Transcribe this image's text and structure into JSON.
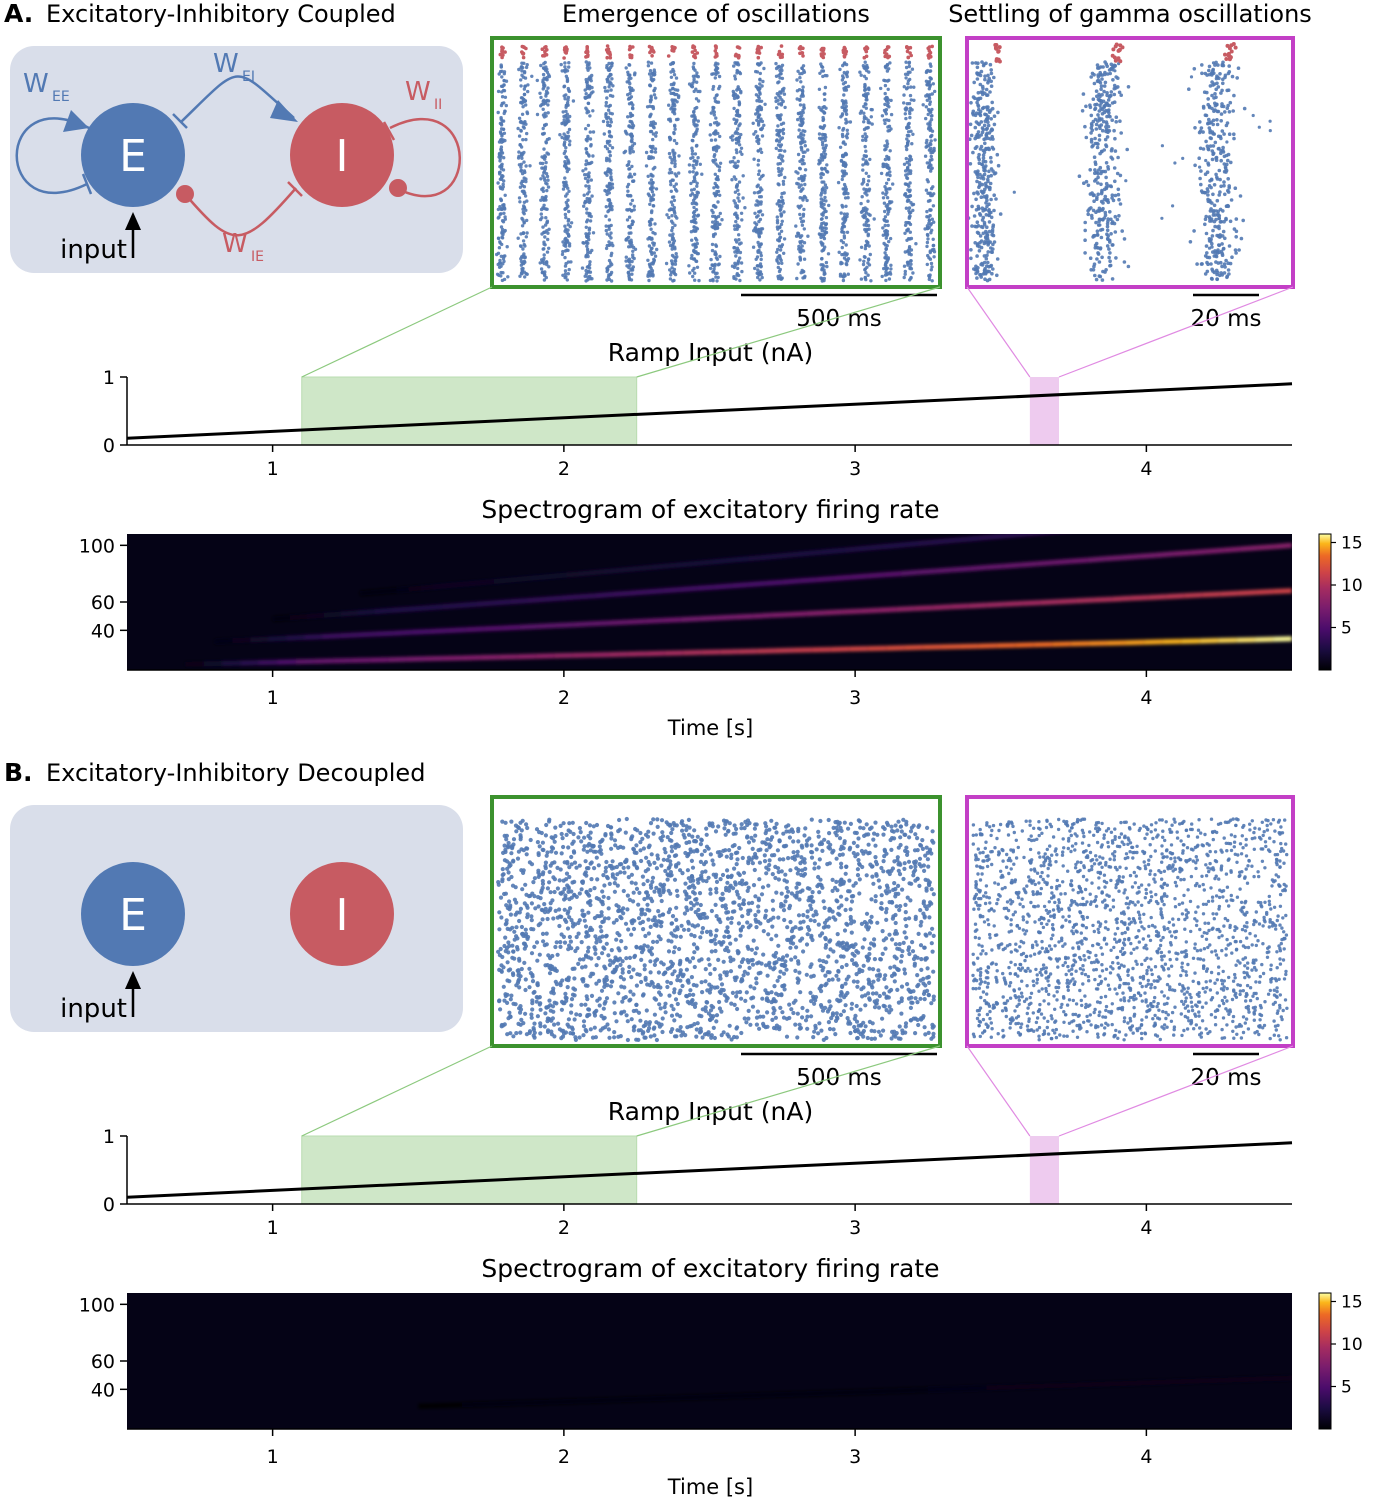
{
  "colors": {
    "excitatory": "#5279b3",
    "inhibitory": "#c75b62",
    "diagram_bg": "#d9deea",
    "green_frame": "#3c922e",
    "green_fill": "#cfe7c8",
    "magenta_frame": "#c33fc6",
    "magenta_fill": "#eecbef",
    "spectrogram_bg": "#050316"
  },
  "panels": [
    {
      "id": "A",
      "letter": "A.",
      "title": "Excitatory-Inhibitory Coupled",
      "diagram": {
        "node_e": "E",
        "node_i": "I",
        "input_label": "input",
        "weights": {
          "w_ee": "W",
          "w_ee_sub": "EE",
          "w_ei": "W",
          "w_ei_sub": "EI",
          "w_ii": "W",
          "w_ii_sub": "II",
          "w_ie": "W",
          "w_ie_sub": "IE"
        },
        "coupled": true
      },
      "raster_left": {
        "title": "Emergence of oscillations",
        "scalebar": "500 ms",
        "pattern": "oscillatory-dense",
        "bursts": 21
      },
      "raster_right": {
        "title": "Settling of gamma oscillations",
        "scalebar": "20 ms",
        "pattern": "oscillatory-sparse",
        "bursts": 3
      },
      "ramp": {
        "title": "Ramp Input (nA)",
        "x": [
          0.5,
          4.5
        ],
        "y": [
          0.1,
          0.9
        ],
        "xlim": [
          0.5,
          4.5
        ],
        "ylim": [
          0,
          1
        ],
        "xticks": [
          "1",
          "2",
          "3",
          "4"
        ],
        "yticks": [
          "0",
          "1"
        ],
        "green_window": [
          1.1,
          2.25
        ],
        "magenta_window": [
          3.6,
          3.7
        ]
      },
      "spectrogram": {
        "title": "Spectrogram of excitatory firing rate",
        "xlabel": "Time [s]",
        "xticks": [
          "1",
          "2",
          "3",
          "4"
        ],
        "yticks": [
          "100",
          "60",
          "40"
        ],
        "colorbar_ticks": [
          "15",
          "10",
          "5"
        ],
        "colorbar_range": [
          0,
          16
        ],
        "ylim": [
          12,
          108
        ],
        "xlim": [
          0.5,
          4.5
        ],
        "bands": [
          {
            "name": "fundamental",
            "x": [
              0.7,
              4.5
            ],
            "y": [
              16,
              34
            ],
            "intensity": [
              0.3,
              1.0
            ]
          },
          {
            "name": "harmonic 2",
            "x": [
              0.8,
              4.5
            ],
            "y": [
              32,
              68
            ],
            "intensity": [
              0.2,
              0.72
            ]
          },
          {
            "name": "harmonic 3",
            "x": [
              1.0,
              4.5
            ],
            "y": [
              48,
              100
            ],
            "intensity": [
              0.12,
              0.5
            ]
          },
          {
            "name": "harmonic 4",
            "x": [
              1.3,
              3.8
            ],
            "y": [
              66,
              112
            ],
            "intensity": [
              0.05,
              0.22
            ]
          }
        ]
      }
    },
    {
      "id": "B",
      "letter": "B.",
      "title": "Excitatory-Inhibitory Decoupled",
      "diagram": {
        "node_e": "E",
        "node_i": "I",
        "input_label": "input",
        "coupled": false
      },
      "raster_left": {
        "title": "",
        "scalebar": "500 ms",
        "pattern": "asynchronous",
        "bursts": 0
      },
      "raster_right": {
        "title": "",
        "scalebar": "20 ms",
        "pattern": "asynchronous-sparse",
        "bursts": 0
      },
      "ramp": {
        "title": "Ramp Input (nA)",
        "x": [
          0.5,
          4.5
        ],
        "y": [
          0.1,
          0.9
        ],
        "xlim": [
          0.5,
          4.5
        ],
        "ylim": [
          0,
          1
        ],
        "xticks": [
          "1",
          "2",
          "3",
          "4"
        ],
        "yticks": [
          "0",
          "1"
        ],
        "green_window": [
          1.1,
          2.25
        ],
        "magenta_window": [
          3.6,
          3.7
        ]
      },
      "spectrogram": {
        "title": "Spectrogram of excitatory firing rate",
        "xlabel": "Time [s]",
        "xticks": [
          "1",
          "2",
          "3",
          "4"
        ],
        "yticks": [
          "100",
          "60",
          "40"
        ],
        "colorbar_ticks": [
          "15",
          "10",
          "5"
        ],
        "colorbar_range": [
          0,
          16
        ],
        "ylim": [
          12,
          108
        ],
        "xlim": [
          0.5,
          4.5
        ],
        "bands": [
          {
            "name": "faint",
            "x": [
              1.5,
              4.5
            ],
            "y": [
              28,
              48
            ],
            "intensity": [
              0.01,
              0.05
            ]
          }
        ]
      }
    }
  ],
  "chart_data": [
    {
      "type": "line",
      "title": "Ramp Input (nA)",
      "x": [
        0.5,
        4.5
      ],
      "y": [
        0.1,
        0.9
      ],
      "xlim": [
        0.5,
        4.5
      ],
      "ylim": [
        0,
        1
      ],
      "panel": "A"
    },
    {
      "type": "heatmap",
      "title": "Spectrogram of excitatory firing rate",
      "xlabel": "Time [s]",
      "yticks": [
        100,
        60,
        40
      ],
      "colorbar": [
        5,
        10,
        15
      ],
      "panel": "A"
    },
    {
      "type": "line",
      "title": "Ramp Input (nA)",
      "x": [
        0.5,
        4.5
      ],
      "y": [
        0.1,
        0.9
      ],
      "xlim": [
        0.5,
        4.5
      ],
      "ylim": [
        0,
        1
      ],
      "panel": "B"
    },
    {
      "type": "heatmap",
      "title": "Spectrogram of excitatory firing rate",
      "xlabel": "Time [s]",
      "yticks": [
        100,
        60,
        40
      ],
      "colorbar": [
        5,
        10,
        15
      ],
      "panel": "B"
    }
  ]
}
